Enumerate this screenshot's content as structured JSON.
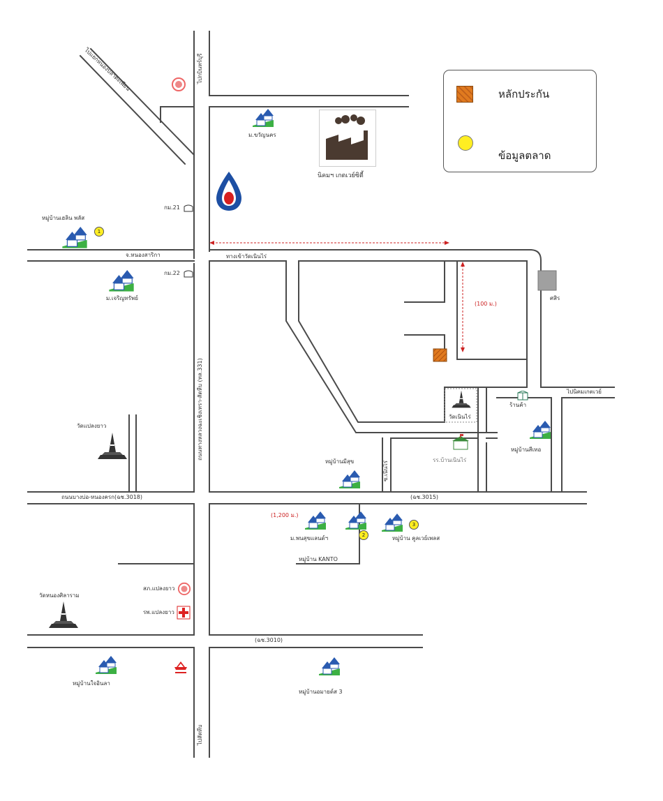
{
  "legend": {
    "collateral_label": "หลักประกัน",
    "market_data_label": "ข้อมูลตลาด",
    "collateral_color": "#e07a1f",
    "market_color": "#ffee22"
  },
  "labels": {
    "to_kabinburi": "ไปกบินทร์บุรี",
    "to_nong_pla_lai": "ไปแยกหนองปลาตะเพียน",
    "village_wiyanakorn": "ม.ขวัญนคร",
    "industrial_estate": "นิคมฯ เกตเวย์ซิตี้",
    "km21": "กม.21",
    "km22": "กม.22",
    "village_herlin": "หมู่บ้านเฮลิน พลัส",
    "road_nong_sarika": "จ.หนองสาริกา",
    "road_wat_noen_rai": "ทางเข้าวัดเนินไร่",
    "village_charoen": "ม.เจริญทรัพย์",
    "distance_100": "(100 ม.)",
    "land_office": "ศสิร",
    "to_nikhom": "ไปนิคมเกตเวย์",
    "shop": "ร้านค้า",
    "wat_plaeng_yao": "วัดแปลงยาว",
    "wat_noen_rai": "วัดเนินไร่",
    "village_swiss": "หมู่บ้านสีเทอ",
    "school": "รร.บ้านเนินไร่",
    "highway_331": "ถนนทางหลวงฉะเชิงเทรา-สัตหีบ (ทล.331)",
    "soi_noen_rai": "ซ.เนินไร่",
    "village_mi_suk": "หมู่บ้านมีสุข",
    "road_3018": "ถนนบางบ่อ-หนองครก(ฉช.3018)",
    "road_3015": "(ฉช.3015)",
    "distance_1200": "(1,200 ม.)",
    "village_sukhsan": "ม.พนสุขแลนด์ฯ",
    "village_kanto": "หมู่บ้าน KANTO",
    "village_kooldelight": "หมู่บ้าน คูลเวย์เพลส",
    "police": "สภ.แปลงยาว",
    "hospital": "รพ.แปลงยาว",
    "wat_nong_sila": "วัดหนองศิลาราม",
    "road_3010": "(ฉช.3010)",
    "village_chaiyin": "หมู่บ้านใจอินลา",
    "village_lamang": "หมู่บ้านอมายด์ส 3",
    "to_sattahip": "ไปสัตหีบ"
  },
  "markers": {
    "market_1": "1",
    "market_2": "2",
    "market_3": "3"
  }
}
